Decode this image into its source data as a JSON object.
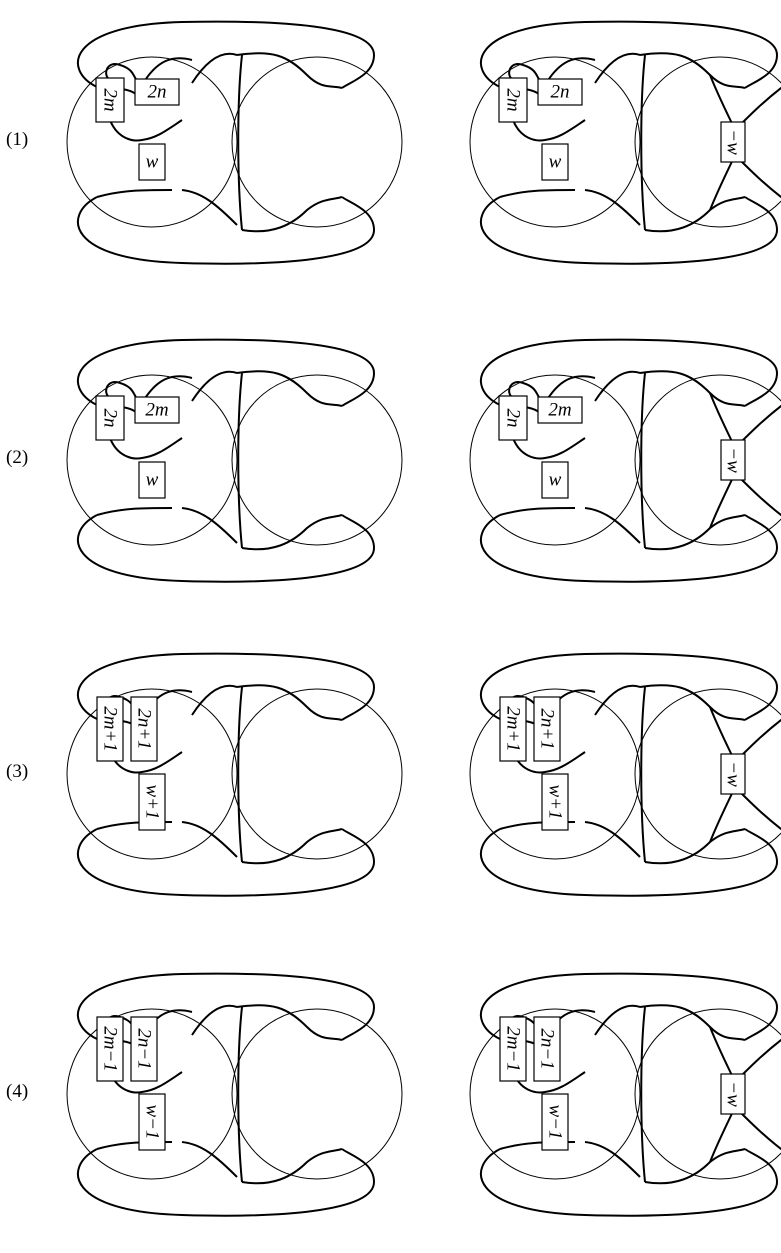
{
  "rows": [
    {
      "label": "(1)",
      "left": {
        "boxes": [
          "2m",
          "2n",
          "w"
        ]
      },
      "right": {
        "boxes": [
          "2m",
          "2n",
          "w"
        ],
        "extra": "−w"
      }
    },
    {
      "label": "(2)",
      "left": {
        "boxes": [
          "2n",
          "2m",
          "w"
        ]
      },
      "right": {
        "boxes": [
          "2n",
          "2m",
          "w"
        ],
        "extra": "−w"
      }
    },
    {
      "label": "(3)",
      "left": {
        "boxes": [
          "2m+1",
          "2n+1",
          "w+1"
        ]
      },
      "right": {
        "boxes": [
          "2m+1",
          "2n+1",
          "w+1"
        ],
        "extra": "−w"
      }
    },
    {
      "label": "(4)",
      "left": {
        "boxes": [
          "2m−1",
          "2n−1",
          "w−1"
        ]
      },
      "right": {
        "boxes": [
          "2m−1",
          "2n−1",
          "w−1"
        ],
        "extra": "−w"
      }
    }
  ]
}
